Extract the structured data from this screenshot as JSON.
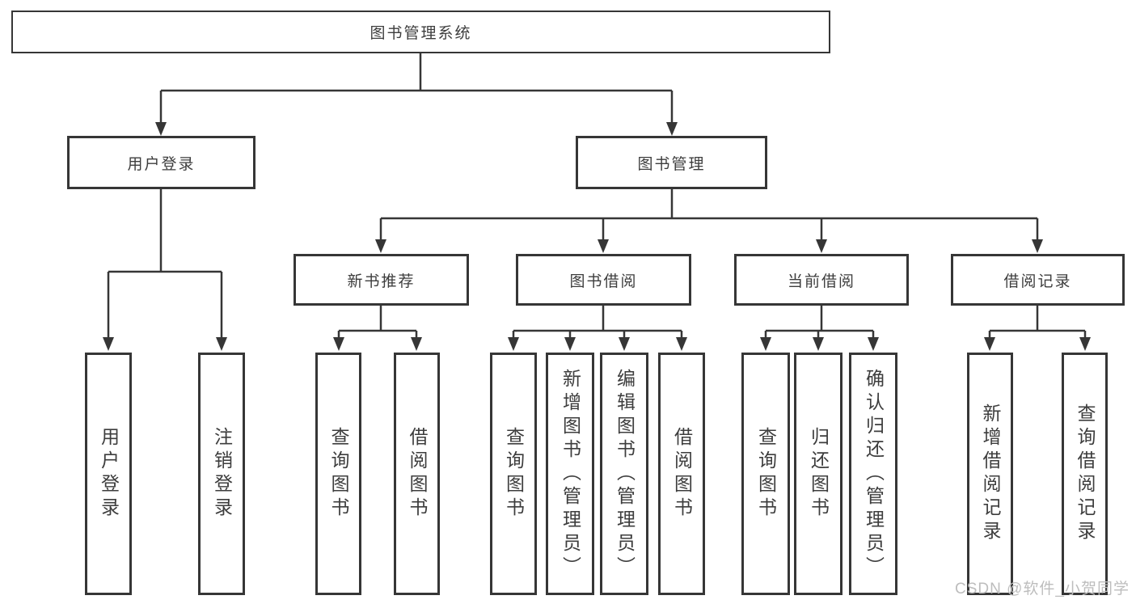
{
  "diagram_title": "图书管理系统",
  "watermark": {
    "text": "CSDN @软件_小贺同学"
  },
  "styles": {
    "line_color": "#363636",
    "box_border_color": "#363636",
    "box_background": "#ffffff",
    "text_color": "#3d3d3d",
    "watermark_color": "#bdbdbd",
    "page_background": "#ffffff"
  },
  "nodes": {
    "root": {
      "label": "图书管理系统"
    },
    "user_login": {
      "label": "用户登录"
    },
    "book_mgmt": {
      "label": "图书管理"
    },
    "new_book_rec": {
      "label": "新书推荐"
    },
    "book_borrow": {
      "label": "图书借阅"
    },
    "current_borrow": {
      "label": "当前借阅"
    },
    "borrow_records": {
      "label": "借阅记录"
    },
    "leaf_user_login": {
      "label": "用户登录"
    },
    "leaf_logout": {
      "label": "注销登录"
    },
    "leaf_query_book_1": {
      "label": "查询图书"
    },
    "leaf_borrow_book_1": {
      "label": "借阅图书"
    },
    "leaf_query_book_2": {
      "label": "查询图书"
    },
    "leaf_add_book": {
      "label": "新增图书（管理员）"
    },
    "leaf_edit_book": {
      "label": "编辑图书（管理员）"
    },
    "leaf_borrow_book_2": {
      "label": "借阅图书"
    },
    "leaf_query_book_3": {
      "label": "查询图书"
    },
    "leaf_return_book": {
      "label": "归还图书"
    },
    "leaf_confirm_return": {
      "label": "确认归还（管理员）"
    },
    "leaf_add_record": {
      "label": "新增借阅记录"
    },
    "leaf_query_record": {
      "label": "查询借阅记录"
    }
  },
  "hierarchy": {
    "root": [
      "user_login",
      "book_mgmt"
    ],
    "user_login": [
      "leaf_user_login",
      "leaf_logout"
    ],
    "book_mgmt": [
      "new_book_rec",
      "book_borrow",
      "current_borrow",
      "borrow_records"
    ],
    "new_book_rec": [
      "leaf_query_book_1",
      "leaf_borrow_book_1"
    ],
    "book_borrow": [
      "leaf_query_book_2",
      "leaf_add_book",
      "leaf_edit_book",
      "leaf_borrow_book_2"
    ],
    "current_borrow": [
      "leaf_query_book_3",
      "leaf_return_book",
      "leaf_confirm_return"
    ],
    "borrow_records": [
      "leaf_add_record",
      "leaf_query_record"
    ]
  }
}
